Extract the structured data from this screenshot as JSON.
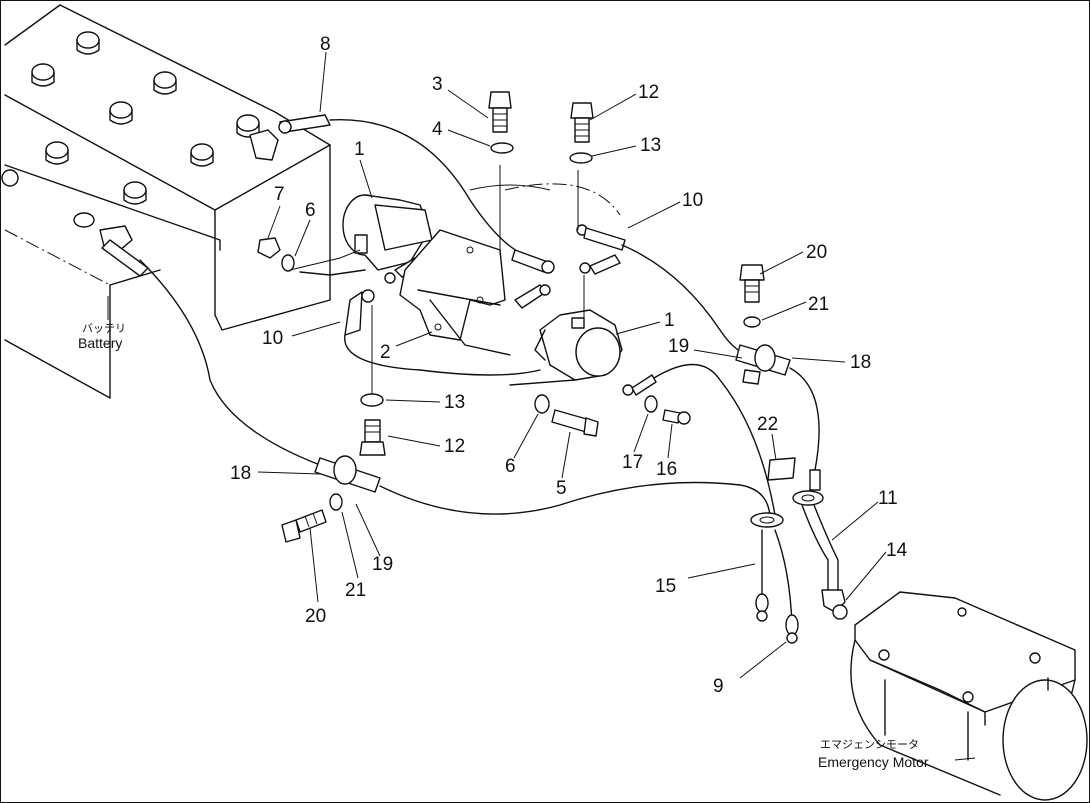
{
  "labels": {
    "battery_jp": "バッテリ",
    "battery_en": "Battery",
    "motor_jp": "エマジェンシモータ",
    "motor_en": "Emergency Motor"
  },
  "callouts": [
    {
      "id": "c1a",
      "text": "1"
    },
    {
      "id": "c1b",
      "text": "1"
    },
    {
      "id": "c2",
      "text": "2"
    },
    {
      "id": "c3",
      "text": "3"
    },
    {
      "id": "c4",
      "text": "4"
    },
    {
      "id": "c5",
      "text": "5"
    },
    {
      "id": "c6a",
      "text": "6"
    },
    {
      "id": "c6b",
      "text": "6"
    },
    {
      "id": "c7",
      "text": "7"
    },
    {
      "id": "c8",
      "text": "8"
    },
    {
      "id": "c9",
      "text": "9"
    },
    {
      "id": "c10a",
      "text": "10"
    },
    {
      "id": "c10b",
      "text": "10"
    },
    {
      "id": "c11",
      "text": "11"
    },
    {
      "id": "c12a",
      "text": "12"
    },
    {
      "id": "c12b",
      "text": "12"
    },
    {
      "id": "c13a",
      "text": "13"
    },
    {
      "id": "c13b",
      "text": "13"
    },
    {
      "id": "c14",
      "text": "14"
    },
    {
      "id": "c15",
      "text": "15"
    },
    {
      "id": "c16",
      "text": "16"
    },
    {
      "id": "c17",
      "text": "17"
    },
    {
      "id": "c18a",
      "text": "18"
    },
    {
      "id": "c18b",
      "text": "18"
    },
    {
      "id": "c19a",
      "text": "19"
    },
    {
      "id": "c19b",
      "text": "19"
    },
    {
      "id": "c20a",
      "text": "20"
    },
    {
      "id": "c20b",
      "text": "20"
    },
    {
      "id": "c21a",
      "text": "21"
    },
    {
      "id": "c21b",
      "text": "21"
    },
    {
      "id": "c22",
      "text": "22"
    }
  ]
}
